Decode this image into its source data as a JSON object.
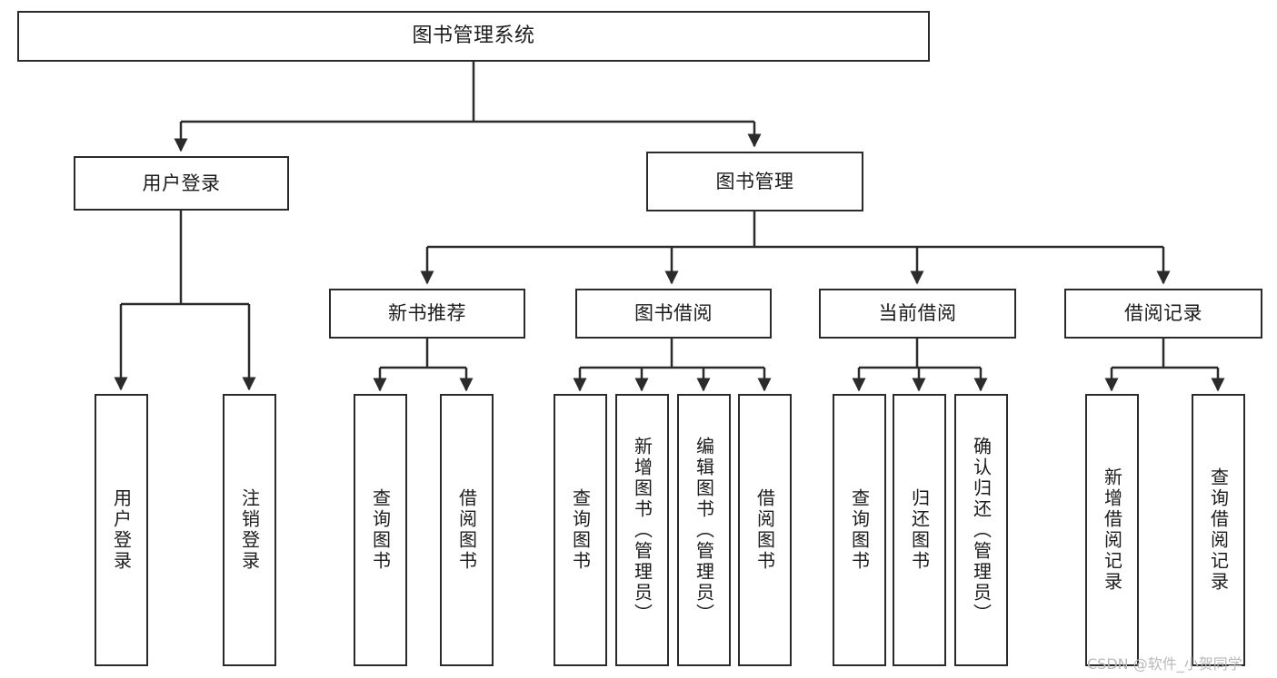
{
  "diagram": {
    "title": "图书管理系统",
    "type": "tree",
    "watermark": "CSDN @软件_小贺同学",
    "stroke_color": "#2b2b2b",
    "fill_color": "#ffffff",
    "root": {
      "id": "root",
      "label": "图书管理系统"
    },
    "level1": [
      {
        "id": "user-login",
        "label": "用户登录"
      },
      {
        "id": "book-management",
        "label": "图书管理"
      }
    ],
    "level2": [
      {
        "id": "new-book-recommend",
        "label": "新书推荐",
        "parent": "book-management"
      },
      {
        "id": "book-borrow",
        "label": "图书借阅",
        "parent": "book-management"
      },
      {
        "id": "current-borrow",
        "label": "当前借阅",
        "parent": "book-management"
      },
      {
        "id": "borrow-record",
        "label": "借阅记录",
        "parent": "book-management"
      }
    ],
    "leaves": [
      {
        "id": "leaf-user-login",
        "label": "用户登录",
        "parent": "user-login"
      },
      {
        "id": "leaf-logout",
        "label": "注销登录",
        "parent": "user-login"
      },
      {
        "id": "leaf-query-book-1",
        "label": "查询图书",
        "parent": "new-book-recommend"
      },
      {
        "id": "leaf-borrow-book-1",
        "label": "借阅图书",
        "parent": "new-book-recommend"
      },
      {
        "id": "leaf-query-book-2",
        "label": "查询图书",
        "parent": "book-borrow"
      },
      {
        "id": "leaf-add-book",
        "label": "新增图书（管理员）",
        "parent": "book-borrow"
      },
      {
        "id": "leaf-edit-book",
        "label": "编辑图书（管理员）",
        "parent": "book-borrow"
      },
      {
        "id": "leaf-borrow-book-2",
        "label": "借阅图书",
        "parent": "book-borrow"
      },
      {
        "id": "leaf-query-book-3",
        "label": "查询图书",
        "parent": "current-borrow"
      },
      {
        "id": "leaf-return-book",
        "label": "归还图书",
        "parent": "current-borrow"
      },
      {
        "id": "leaf-confirm-return",
        "label": "确认归还（管理员）",
        "parent": "current-borrow"
      },
      {
        "id": "leaf-add-record",
        "label": "新增借阅记录",
        "parent": "borrow-record"
      },
      {
        "id": "leaf-query-record",
        "label": "查询借阅记录",
        "parent": "borrow-record"
      }
    ]
  }
}
